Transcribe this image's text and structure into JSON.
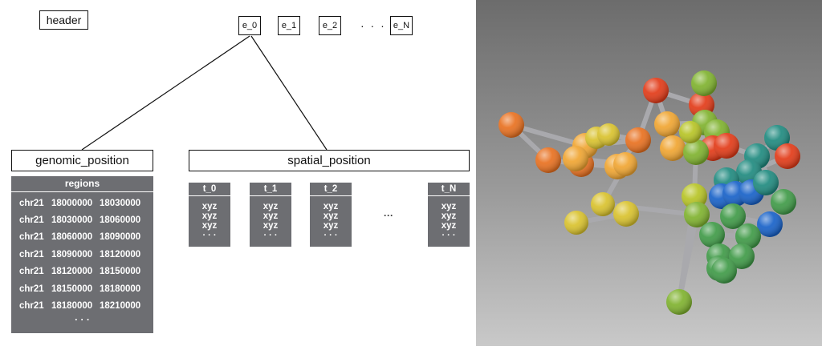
{
  "header_label": "header",
  "entries": [
    "e_0",
    "e_1",
    "e_2",
    "e_N"
  ],
  "entries_ellipsis": "· · ·",
  "groups": {
    "genomic": "genomic_position",
    "spatial": "spatial_position"
  },
  "regions": {
    "header": "regions",
    "rows": [
      [
        "chr21",
        "18000000",
        "18030000"
      ],
      [
        "chr21",
        "18030000",
        "18060000"
      ],
      [
        "chr21",
        "18060000",
        "18090000"
      ],
      [
        "chr21",
        "18090000",
        "18120000"
      ],
      [
        "chr21",
        "18120000",
        "18150000"
      ],
      [
        "chr21",
        "18150000",
        "18180000"
      ],
      [
        "chr21",
        "18180000",
        "18210000"
      ]
    ],
    "ellipsis": "· · ·"
  },
  "timesteps": {
    "labels": [
      "t_0",
      "t_1",
      "t_2",
      "t_N"
    ],
    "cell": "xyz",
    "cell_ellipsis": "· · ·",
    "between_ellipsis": "···"
  },
  "structure_colors": {
    "background_top": "#6c6c6c",
    "background_bottom": "#c9c9c9",
    "rod": "#a9a9ad",
    "palette": [
      "#e8701f",
      "#f0a531",
      "#d9c22d",
      "#b7c425",
      "#7fb22e",
      "#3f9a47",
      "#1f8a7f",
      "#1761c8",
      "#e23a17"
    ]
  }
}
